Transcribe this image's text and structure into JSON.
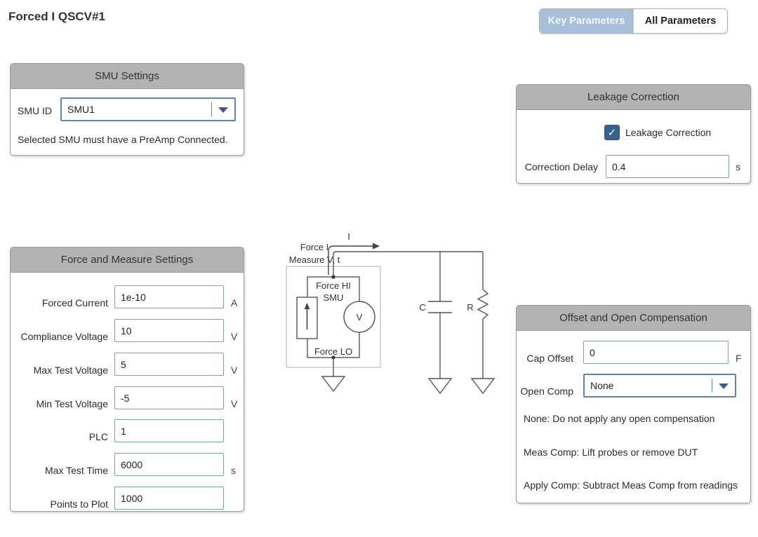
{
  "page": {
    "title": "Forced I QSCV#1"
  },
  "tabs": {
    "key_label": "Key Parameters",
    "all_label": "All Parameters"
  },
  "smu_settings": {
    "title": "SMU Settings",
    "smu_id_label": "SMU ID",
    "smu_id_value": "SMU1",
    "note": "Selected SMU must have a PreAmp Connected."
  },
  "leakage": {
    "title": "Leakage Correction",
    "checkbox_label": "Leakage Correction",
    "checkbox_checked": true,
    "checkbox_glyph": "✓",
    "delay_label": "Correction Delay",
    "delay_value": "0.4",
    "delay_unit": "s"
  },
  "force_measure": {
    "title": "Force and Measure Settings",
    "rows": [
      {
        "label": "Forced Current",
        "value": "1e-10",
        "unit": "A"
      },
      {
        "label": "Compliance Voltage",
        "value": "10",
        "unit": "V"
      },
      {
        "label": "Max Test Voltage",
        "value": "5",
        "unit": "V"
      },
      {
        "label": "Min Test Voltage",
        "value": "-5",
        "unit": "V"
      },
      {
        "label": "PLC",
        "value": "1",
        "unit": ""
      },
      {
        "label": "Max Test Time",
        "value": "6000",
        "unit": "s"
      },
      {
        "label": "Points to Plot",
        "value": "1000",
        "unit": ""
      }
    ]
  },
  "offset_comp": {
    "title": "Offset and Open Compensation",
    "cap_offset_label": "Cap Offset",
    "cap_offset_value": "0",
    "cap_offset_unit": "F",
    "open_comp_label": "Open Comp",
    "open_comp_value": "None",
    "help_lines": [
      "None: Do not apply any open compensation",
      "Meas Comp: Lift probes or remove DUT",
      "Apply Comp: Subtract Meas Comp from readings"
    ]
  },
  "diagram": {
    "mode_line1": "Force I",
    "mode_line2": "Measure V, t",
    "current_label": "I",
    "force_hi": "Force HI",
    "smu_label": "SMU",
    "force_lo": "Force LO",
    "voltmeter": "V",
    "cap_label": "C",
    "res_label": "R"
  },
  "colors": {
    "panel_header_bg": "#b3b3b3",
    "input_border": "#7b9ebd",
    "accent_blue": "#3a618e",
    "tab_selected_bg": "#a7bfd8"
  }
}
